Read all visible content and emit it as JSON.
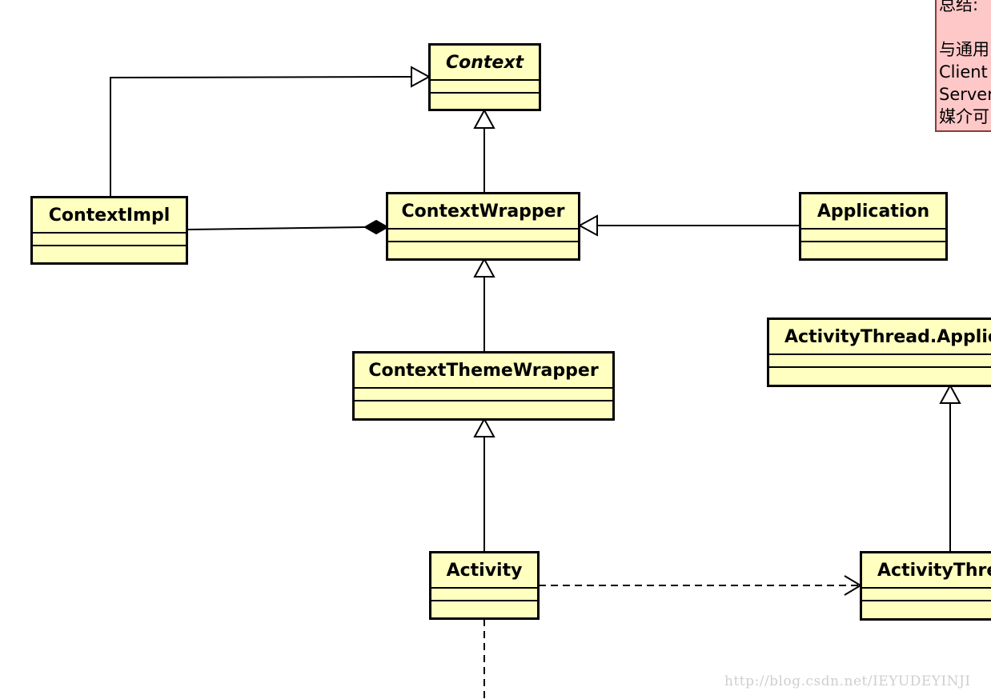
{
  "classes": {
    "context": "Context",
    "context_impl": "ContextImpl",
    "context_wrapper": "ContextWrapper",
    "application": "Application",
    "context_theme_wrapper": "ContextThemeWrapper",
    "activity_thread_applic": "ActivityThread.Applic",
    "activity": "Activity",
    "activity_thre": "ActivityThre"
  },
  "note": {
    "lines": [
      "总结:",
      "",
      "与通用",
      "Client",
      "Server",
      "媒介可"
    ]
  },
  "watermark": "http://blog.csdn.net/IEYUDEYINJI",
  "colors": {
    "class_fill": "#ffffc0",
    "note_fill": "#ffc8c8",
    "stroke": "#000000"
  }
}
